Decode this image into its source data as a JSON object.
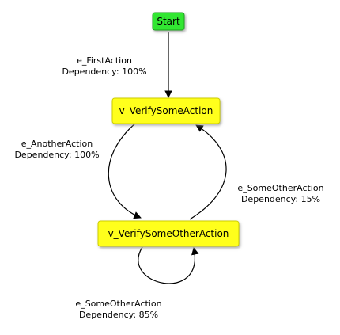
{
  "diagram": {
    "nodes": {
      "start": {
        "label": "Start",
        "color": "#33e633",
        "border": "#1a9e1a"
      },
      "verify_some_action": {
        "label": "v_VerifySomeAction",
        "color": "#ffff1a",
        "border": "#cccc00"
      },
      "verify_some_other_action": {
        "label": "v_VerifySomeOtherAction",
        "color": "#ffff1a",
        "border": "#cccc00"
      }
    },
    "edges": {
      "first_action": {
        "name": "e_FirstAction",
        "dependency": "Dependency: 100%"
      },
      "another_action": {
        "name": "e_AnotherAction",
        "dependency": "Dependency: 100%"
      },
      "some_other_action_up": {
        "name": "e_SomeOtherAction",
        "dependency": "Dependency: 15%"
      },
      "some_other_action_loop": {
        "name": "e_SomeOtherAction",
        "dependency": "Dependency: 85%"
      }
    },
    "edge_color": "#000000"
  }
}
